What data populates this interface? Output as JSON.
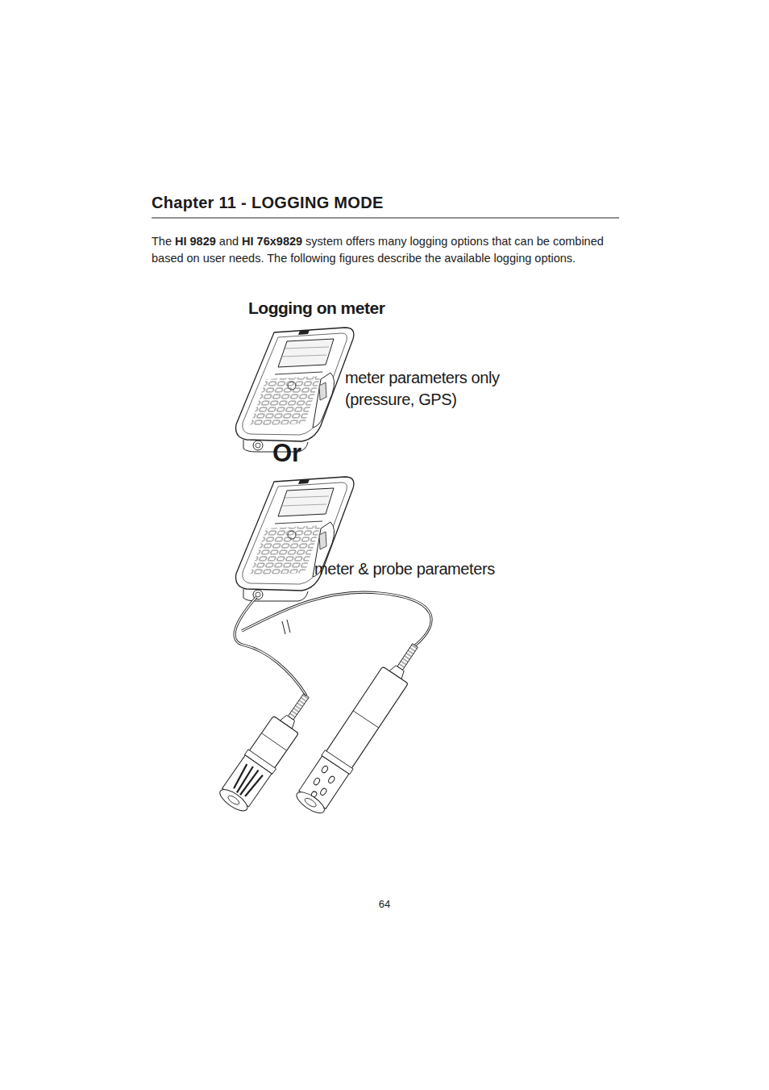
{
  "diagram": {
    "title": "Chapter 11 - LOGGING MODE",
    "labels": [
      "The",
      "HI 9829",
      "and",
      "HI 76x9829",
      "system offers many logging options that can be combined based on user needs. The following figures describe the available logging options.",
      "Logging on meter",
      "meter parameters only (pressure, GPS)",
      "Or",
      "meter & probe parameters",
      "64"
    ]
  }
}
